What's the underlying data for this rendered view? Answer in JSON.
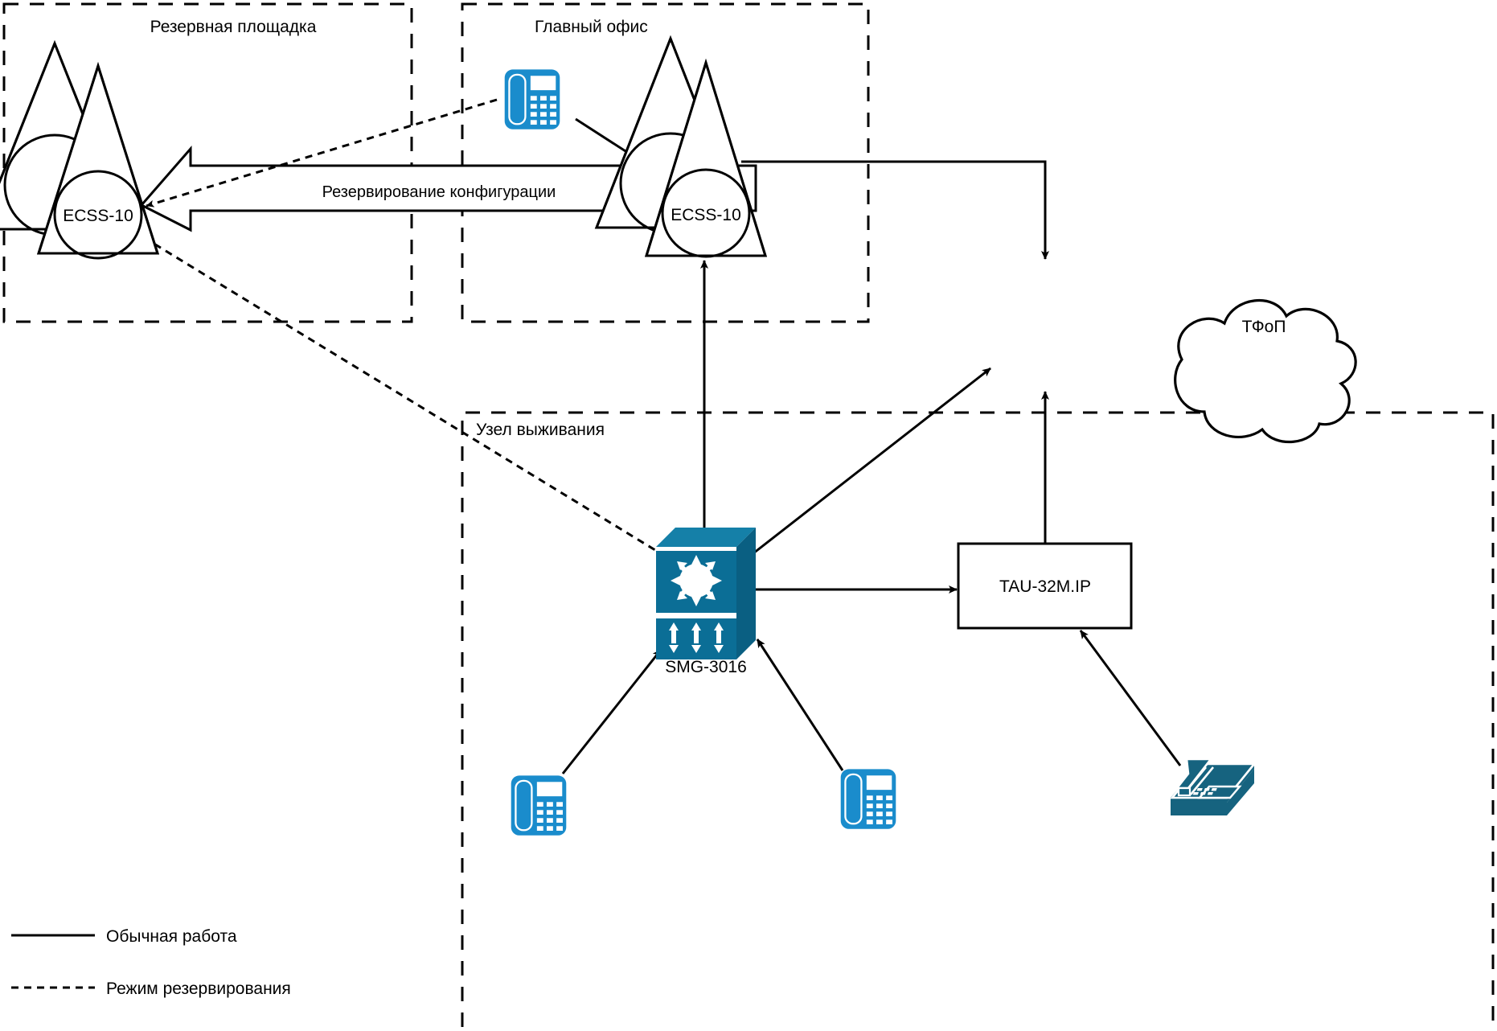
{
  "diagram": {
    "title": "ECSS-10 survivability / configuration backup topology",
    "colors": {
      "stroke": "#000000",
      "background": "#ffffff",
      "ip_phone_blue": "#1a8ccc",
      "analog_phone_blue": "#16637f",
      "switch_blue": "#0b6e96",
      "switch_blue_dark": "#0a5f82",
      "switch_blue_top": "#1580a8"
    },
    "zones": [
      {
        "id": "backup-site",
        "label": "Резервная площадка"
      },
      {
        "id": "main-office",
        "label": "Главный офис"
      },
      {
        "id": "survival-node",
        "label": "Узел выживания"
      }
    ],
    "nodes": [
      {
        "id": "ecss-backup",
        "label": "ECSS-10",
        "type": "ecss-softswitch"
      },
      {
        "id": "ecss-main",
        "label": "ECSS-10",
        "type": "ecss-softswitch"
      },
      {
        "id": "pstn-cloud",
        "label": "ТФоП",
        "type": "cloud"
      },
      {
        "id": "smg",
        "label": "SMG-3016",
        "type": "switch-device"
      },
      {
        "id": "tau",
        "label": "TAU-32M.IP",
        "type": "box-device"
      }
    ],
    "endpoints": [
      {
        "id": "ip-phone-main",
        "type": "ip-phone",
        "zone": "main-office"
      },
      {
        "id": "ip-phone-survival-1",
        "type": "ip-phone",
        "zone": "survival-node"
      },
      {
        "id": "ip-phone-survival-2",
        "type": "ip-phone",
        "zone": "survival-node"
      },
      {
        "id": "analog-phone",
        "type": "analog-phone",
        "zone": "survival-node"
      }
    ],
    "links": [
      {
        "id": "config-backup",
        "label": "Резервирование конфигурации",
        "style": "block-arrow",
        "from": "ecss-main",
        "to": "ecss-backup"
      },
      {
        "id": "phone-to-ecss",
        "label": "",
        "style": "solid",
        "from": "ip-phone-main",
        "to": "ecss-main"
      },
      {
        "id": "ecss-to-pstn",
        "label": "",
        "style": "solid",
        "from": "ecss-main",
        "to": "pstn-cloud"
      },
      {
        "id": "smg-to-ecss",
        "label": "",
        "style": "solid",
        "from": "smg",
        "to": "ecss-main"
      },
      {
        "id": "smg-to-pstn",
        "label": "",
        "style": "solid",
        "from": "smg",
        "to": "pstn-cloud"
      },
      {
        "id": "smg-to-tau",
        "label": "",
        "style": "solid",
        "from": "smg",
        "to": "tau"
      },
      {
        "id": "tau-to-pstn",
        "label": "",
        "style": "solid",
        "from": "tau",
        "to": "pstn-cloud"
      },
      {
        "id": "phone1-to-smg",
        "label": "",
        "style": "solid",
        "from": "ip-phone-survival-1",
        "to": "smg"
      },
      {
        "id": "phone2-to-smg",
        "label": "",
        "style": "solid",
        "from": "ip-phone-survival-2",
        "to": "smg"
      },
      {
        "id": "analog-to-tau",
        "label": "",
        "style": "solid",
        "from": "analog-phone",
        "to": "tau"
      },
      {
        "id": "phone-to-backup",
        "label": "",
        "style": "dashed",
        "from": "ip-phone-main",
        "to": "ecss-backup"
      },
      {
        "id": "smg-to-backup",
        "label": "",
        "style": "dashed",
        "from": "smg",
        "to": "ecss-backup"
      }
    ],
    "legend": [
      {
        "id": "legend-normal",
        "style": "solid",
        "label": "Обычная работа"
      },
      {
        "id": "legend-backup",
        "style": "dashed",
        "label": "Режим резервирования"
      }
    ]
  }
}
